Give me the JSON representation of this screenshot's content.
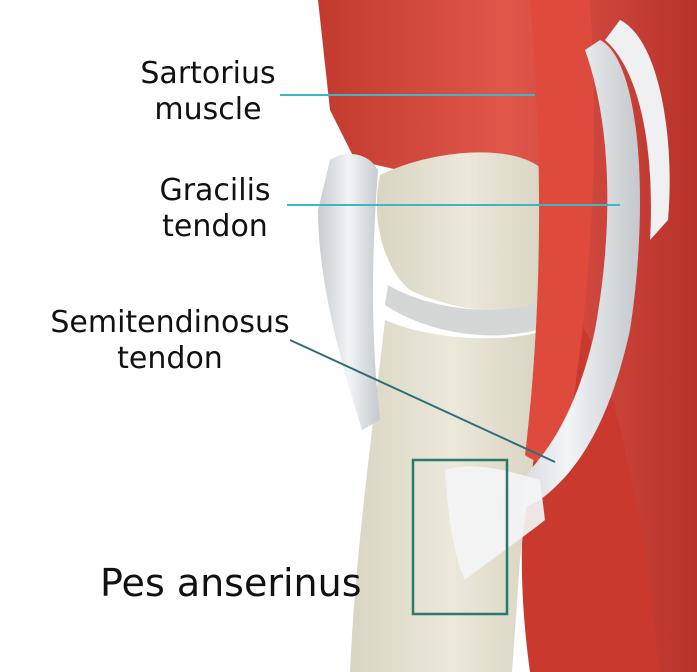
{
  "labels": {
    "sartorius": {
      "line1": "Sartorius",
      "line2": "muscle"
    },
    "gracilis": {
      "line1": "Gracilis",
      "line2": "tendon"
    },
    "semitendinosus": {
      "line1": "Semitendinosus",
      "line2": "tendon"
    },
    "pes_anserinus": "Pes anserinus"
  },
  "colors": {
    "muscle": "#d94a3c",
    "muscle_dark": "#b8322a",
    "bone": "#e6e2d2",
    "tendon": "#e4e7ea",
    "leader_line": "#3fb6c4",
    "highlight_box": "#2a7a6c",
    "text": "#111111"
  }
}
